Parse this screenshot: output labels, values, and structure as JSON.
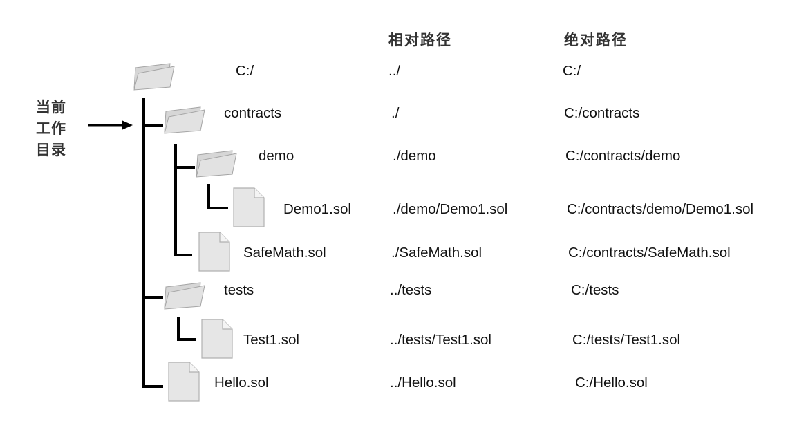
{
  "headers": {
    "relative": "相对路径",
    "absolute": "绝对路径"
  },
  "current_dir_label": [
    "当前",
    "工作",
    "目录"
  ],
  "rows": [
    {
      "name": "C:/",
      "relative": "../",
      "absolute": "C:/",
      "kind": "folder"
    },
    {
      "name": "contracts",
      "relative": "./",
      "absolute": "C:/contracts",
      "kind": "folder"
    },
    {
      "name": "demo",
      "relative": "./demo",
      "absolute": "C:/contracts/demo",
      "kind": "folder"
    },
    {
      "name": "Demo1.sol",
      "relative": "./demo/Demo1.sol",
      "absolute": "C:/contracts/demo/Demo1.sol",
      "kind": "file"
    },
    {
      "name": "SafeMath.sol",
      "relative": "./SafeMath.sol",
      "absolute": "C:/contracts/SafeMath.sol",
      "kind": "file"
    },
    {
      "name": "tests",
      "relative": "../tests",
      "absolute": "C:/tests",
      "kind": "folder"
    },
    {
      "name": "Test1.sol",
      "relative": "../tests/Test1.sol",
      "absolute": "C:/tests/Test1.sol",
      "kind": "file"
    },
    {
      "name": "Hello.sol",
      "relative": "../Hello.sol",
      "absolute": "C:/Hello.sol",
      "kind": "file"
    }
  ],
  "icons": {
    "folder": "folder-icon",
    "file": "file-icon",
    "pointer": "arrow-right-icon"
  },
  "colors": {
    "text": "#111111",
    "header": "#333333",
    "tree_line": "#000000",
    "icon_fill": "#d8d8d8",
    "icon_stroke": "#a8a8a8"
  }
}
